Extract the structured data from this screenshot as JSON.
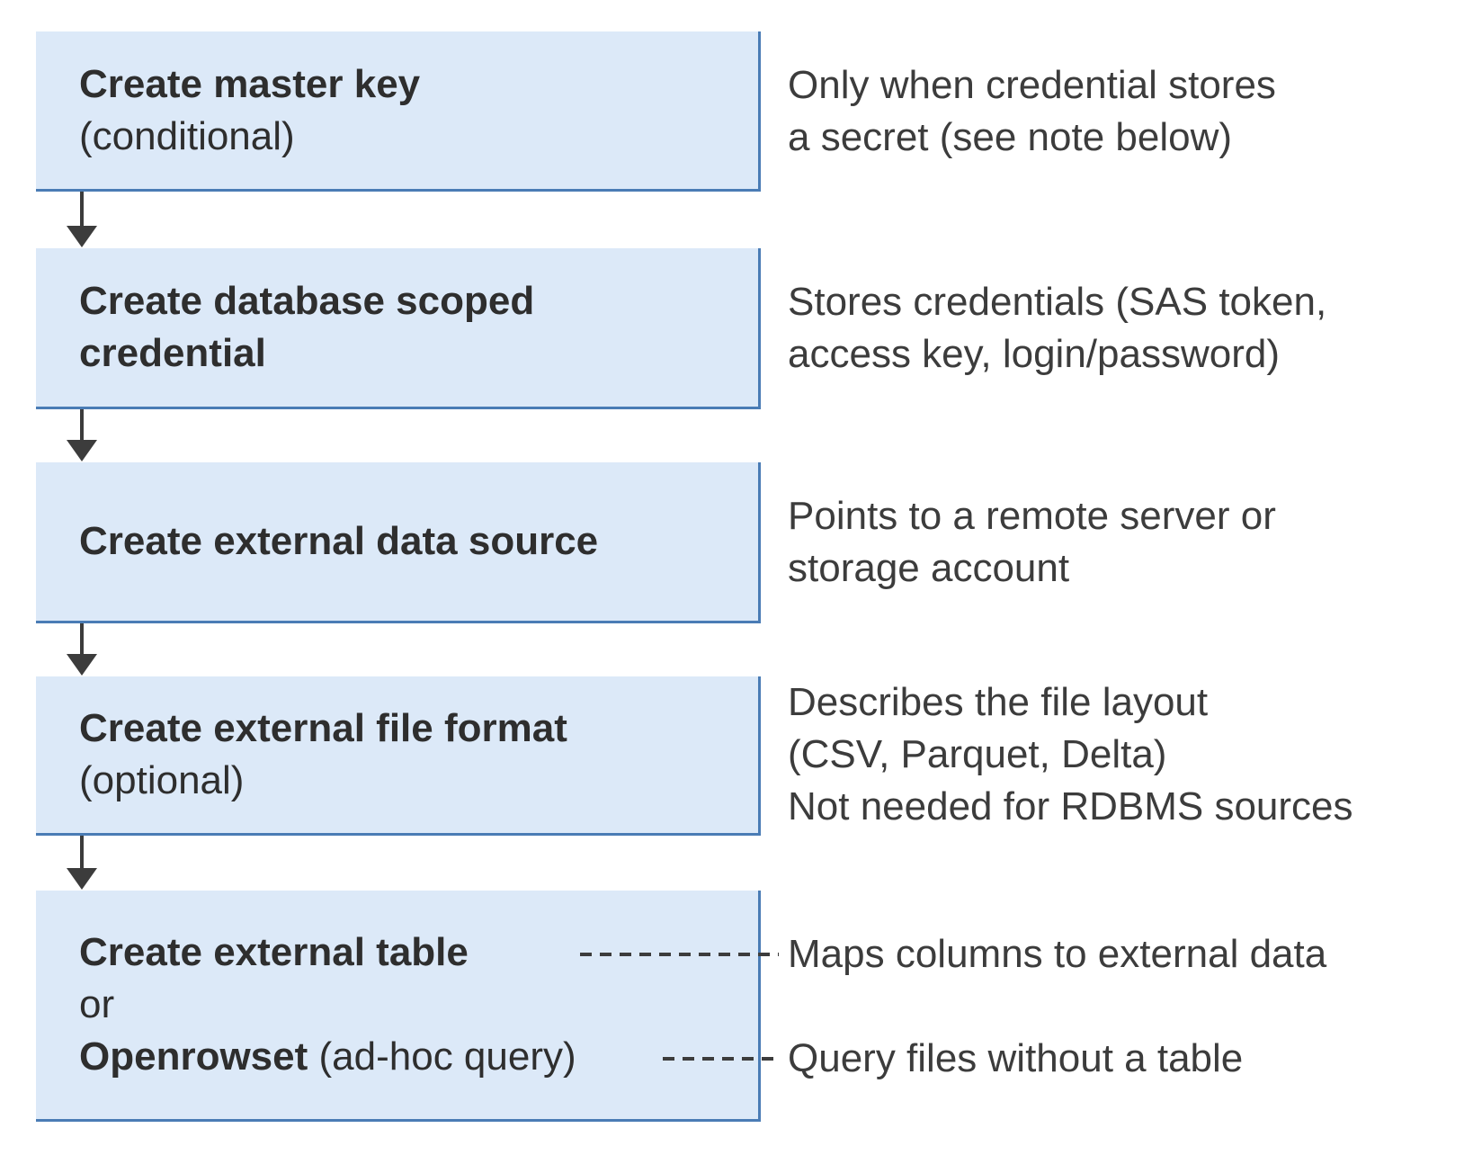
{
  "colors": {
    "box_fill": "#dce9f8",
    "box_border": "#4a7cb5",
    "arrow": "#3c3c3c",
    "title_text": "#2e2e2e",
    "note_text": "#3c3c3c"
  },
  "boxes": [
    {
      "id": "create-master-key",
      "lines": [
        {
          "bold": "Create master key"
        },
        {
          "text": "(conditional)"
        }
      ]
    },
    {
      "id": "create-database-scoped-credential",
      "lines": [
        {
          "bold": "Create database scoped"
        },
        {
          "bold": "credential"
        }
      ]
    },
    {
      "id": "create-external-data-source",
      "lines": [
        {
          "bold": "Create external data source"
        }
      ]
    },
    {
      "id": "create-external-file-format",
      "lines": [
        {
          "bold": "Create external file format"
        },
        {
          "text": "(optional)"
        }
      ]
    },
    {
      "id": "create-external-table-or-openrowset",
      "lines": [
        {
          "bold": "Create external table"
        },
        {
          "text": "or"
        },
        {
          "bold": "Openrowset",
          "text": " (ad-hoc query)"
        }
      ]
    }
  ],
  "notes": [
    {
      "id": "master-key-note",
      "lines": [
        "Only when credential stores",
        "a secret (see note below)"
      ]
    },
    {
      "id": "credential-note",
      "lines": [
        "Stores credentials (SAS token,",
        "access key, login/password)"
      ]
    },
    {
      "id": "data-source-note",
      "lines": [
        "Points to a remote server or",
        "storage account"
      ]
    },
    {
      "id": "file-format-note",
      "lines": [
        "Describes the file layout",
        "(CSV, Parquet, Delta)",
        "Not needed for RDBMS sources"
      ]
    },
    {
      "id": "external-table-note",
      "lines": [
        "Maps columns to external data"
      ]
    },
    {
      "id": "openrowset-note",
      "lines": [
        "Query files without a table"
      ]
    }
  ]
}
